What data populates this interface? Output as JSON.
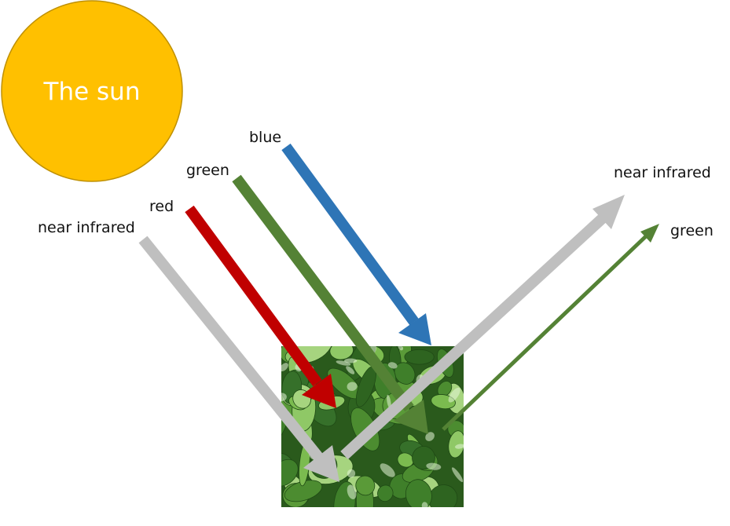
{
  "sun": {
    "label": "The sun",
    "color": "#FFC000"
  },
  "incoming": [
    {
      "label": "near infrared",
      "color": "#BFBFBF"
    },
    {
      "label": "red",
      "color": "#C00000"
    },
    {
      "label": "green",
      "color": "#548235"
    },
    {
      "label": "blue",
      "color": "#2E75B6"
    }
  ],
  "reflected": [
    {
      "label": "near infrared",
      "color": "#BFBFBF"
    },
    {
      "label": "green",
      "color": "#548235"
    }
  ],
  "leaves_photo": {
    "icon": "basil-leaves-photo"
  }
}
